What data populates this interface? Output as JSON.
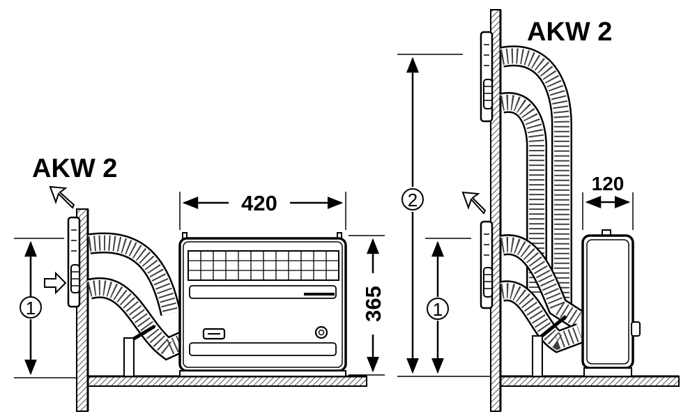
{
  "labels": {
    "left_unit": "AKW 2",
    "right_unit": "AKW 2"
  },
  "dimensions": {
    "width": "420",
    "height": "365",
    "depth": "120"
  },
  "markers": {
    "one_left": "1",
    "one_right": "1",
    "two_right": "2"
  },
  "colors": {
    "ink": "#000000",
    "paper": "#ffffff"
  }
}
